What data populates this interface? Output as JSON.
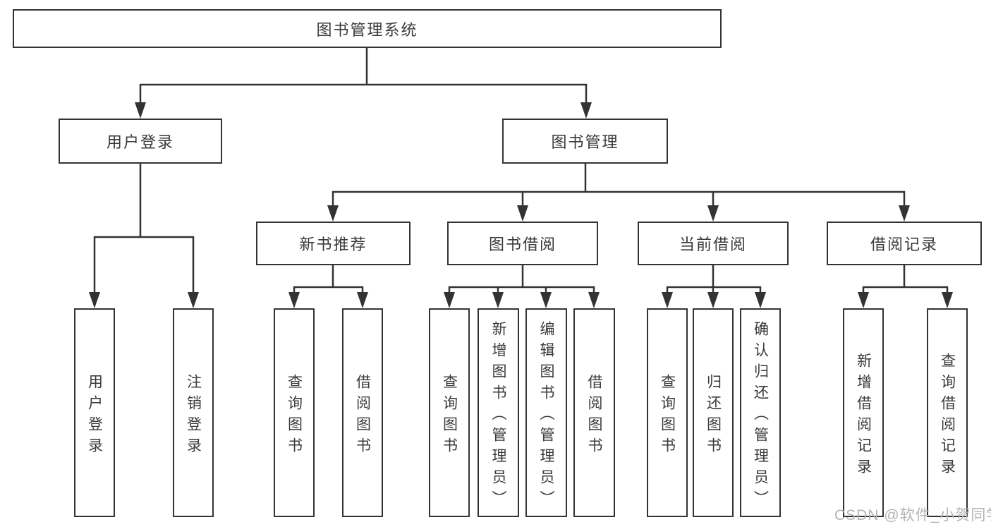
{
  "tree": {
    "root": {
      "label": "图书管理系统"
    },
    "branches": [
      {
        "label": "用户登录",
        "children": [
          {
            "label": "用户登录"
          },
          {
            "label": "注销登录"
          }
        ]
      },
      {
        "label": "图书管理",
        "groups": [
          {
            "label": "新书推荐",
            "children": [
              {
                "label": "查询图书"
              },
              {
                "label": "借阅图书"
              }
            ]
          },
          {
            "label": "图书借阅",
            "children": [
              {
                "label": "查询图书"
              },
              {
                "label": "新增图书（管理员）"
              },
              {
                "label": "编辑图书（管理员）"
              },
              {
                "label": "借阅图书"
              }
            ]
          },
          {
            "label": "当前借阅",
            "children": [
              {
                "label": "查询图书"
              },
              {
                "label": "归还图书"
              },
              {
                "label": "确认归还（管理员）"
              }
            ]
          },
          {
            "label": "借阅记录",
            "children": [
              {
                "label": "新增借阅记录"
              },
              {
                "label": "查询借阅记录"
              }
            ]
          }
        ]
      }
    ]
  },
  "watermark": {
    "text": "CSDN @软件_小贺同学"
  },
  "colors": {
    "line": "#333333",
    "box_border": "#333333",
    "text": "#3a3a3a",
    "watermark": "#b4b4b8",
    "background": "#ffffff"
  }
}
